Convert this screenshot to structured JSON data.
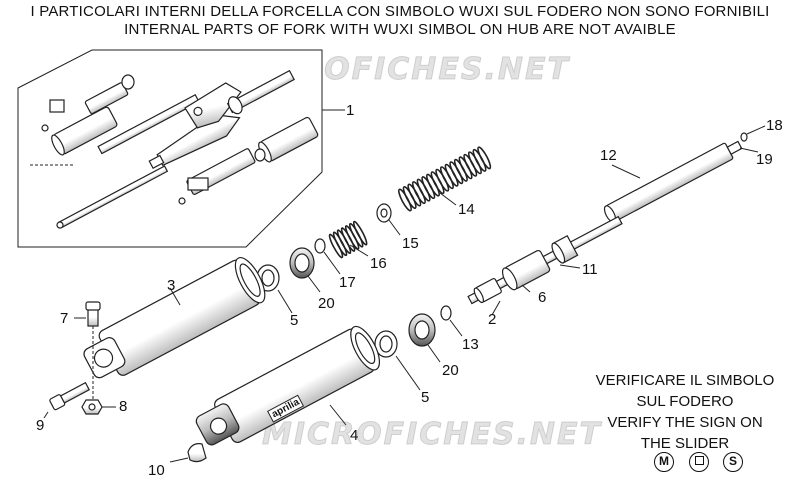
{
  "header": {
    "line_it": "I PARTICOLARI INTERNI DELLA FORCELLA CON SIMBOLO WUXI SUL FODERO NON SONO FORNIBILI",
    "line_en": "INTERNAL PARTS OF FORK WITH WUXI SIMBOL ON HUB ARE NOT AVAIBLE"
  },
  "watermark": "MICROFICHES.NET",
  "fork_brand": "aprilia",
  "callouts": {
    "c1": "1",
    "c2": "2",
    "c3": "3",
    "c4": "4",
    "c5a": "5",
    "c5b": "5",
    "c6": "6",
    "c7": "7",
    "c8": "8",
    "c9": "9",
    "c10": "10",
    "c11": "11",
    "c12": "12",
    "c13": "13",
    "c14": "14",
    "c15": "15",
    "c16": "16",
    "c17": "17",
    "c18": "18",
    "c19": "19",
    "c20a": "20",
    "c20b": "20"
  },
  "verify": {
    "l1": "VERIFICARE IL SIMBOLO",
    "l2": "SUL FODERO",
    "l3": "VERIFY THE SIGN ON",
    "l4": "THE SLIDER"
  },
  "symbols": {
    "m": "M",
    "s": "S"
  },
  "colors": {
    "line": "#222222",
    "part_fill": "#ffffff",
    "shade": "#bdbdbd",
    "watermark": "#bebebe"
  }
}
